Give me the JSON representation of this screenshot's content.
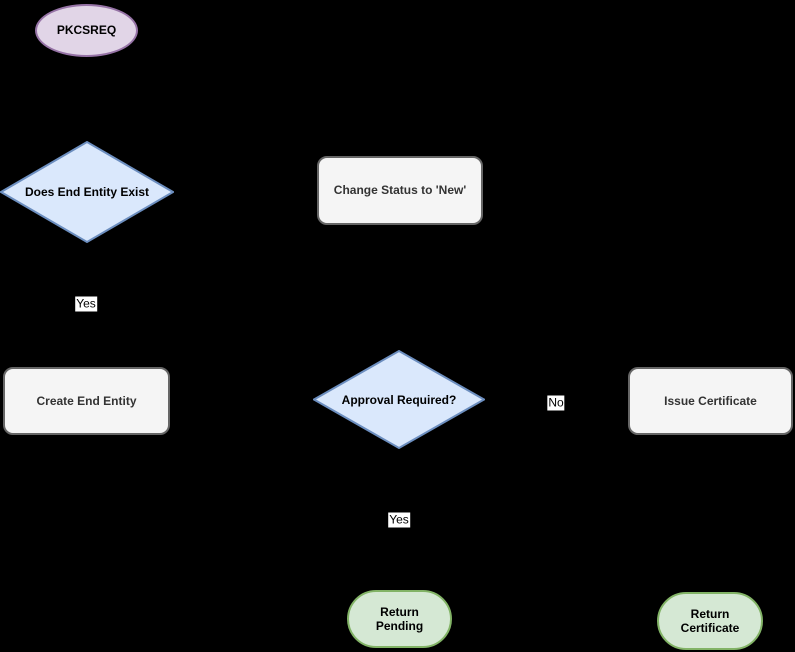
{
  "diagram": {
    "type": "flowchart",
    "background_color": "#000000",
    "nodes": {
      "pkcsreq": {
        "label": "PKCSREQ",
        "shape": "ellipse",
        "fill": "#E1D5E7",
        "stroke": "#9673A6"
      },
      "does_end_entity_exist": {
        "label": "Does End Entity Exist",
        "shape": "diamond",
        "fill": "#DAE8FC",
        "stroke": "#6C8EBF"
      },
      "change_status_new": {
        "label": "Change Status to 'New'",
        "shape": "rounded-rect",
        "fill": "#F5F5F5",
        "stroke": "#666666"
      },
      "create_end_entity": {
        "label": "Create End Entity",
        "shape": "rounded-rect",
        "fill": "#F5F5F5",
        "stroke": "#666666"
      },
      "approval_required": {
        "label": "Approval Required?",
        "shape": "diamond",
        "fill": "#DAE8FC",
        "stroke": "#6C8EBF"
      },
      "issue_certificate": {
        "label": "Issue Certificate",
        "shape": "rounded-rect",
        "fill": "#F5F5F5",
        "stroke": "#666666"
      },
      "return_pending": {
        "label": "Return Pending",
        "shape": "stadium",
        "fill": "#D5E8D4",
        "stroke": "#82B366"
      },
      "return_certificate": {
        "label": "Return Certificate",
        "shape": "stadium",
        "fill": "#D5E8D4",
        "stroke": "#82B366"
      }
    },
    "edge_labels": {
      "entity_exists_yes": "Yes",
      "approval_no": "No",
      "approval_yes": "Yes"
    }
  }
}
